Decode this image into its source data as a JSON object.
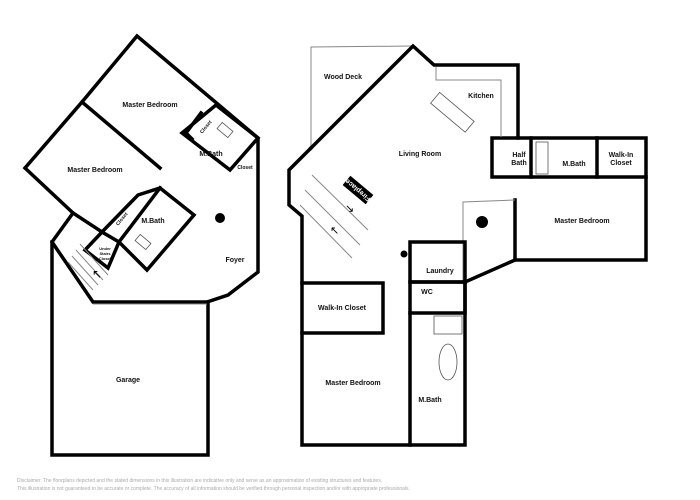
{
  "left_plan": {
    "rooms": {
      "master_bedroom_upper": "Master Bedroom",
      "master_bedroom_lower": "Master Bedroom",
      "closet_upper": "Closet",
      "closet_right": "Closet",
      "mbath_upper": "M.Bath",
      "closet_lower": "Closet",
      "mbath_lower": "M.Bath",
      "under_stairs_closet": [
        "Under",
        "Stairs",
        "Closet"
      ],
      "foyer": "Foyer",
      "garage": "Garage"
    }
  },
  "right_plan": {
    "rooms": {
      "wood_deck": "Wood Deck",
      "kitchen": "Kitchen",
      "living_room": "Living Room",
      "fireplace": "Fireplace",
      "half_bath": [
        "Half",
        "Bath"
      ],
      "mbath_top": "M.Bath",
      "walk_in_closet_top": [
        "Walk-In",
        "Closet"
      ],
      "master_bedroom_right": "Master Bedroom",
      "laundry": "Laundry",
      "wc": "WC",
      "walk_in_closet_bottom": "Walk-In Closet",
      "master_bedroom_bottom": "Master Bedroom",
      "mbath_bottom": "M.Bath"
    }
  },
  "disclaimer": {
    "line1": "Disclaimer: The floorplans depicted and the stated dimensions in this illustration are indicative only and serve as an approximation of existing structures and features.",
    "line2": "This illustration is not guaranteed to be accurate or complete. The accuracy of all information should be verified through personal inspection and/or with appropriate professionals."
  },
  "colors": {
    "wall": "#000000",
    "fixture": "#555555",
    "disclaimer": "#aaaaaa"
  }
}
